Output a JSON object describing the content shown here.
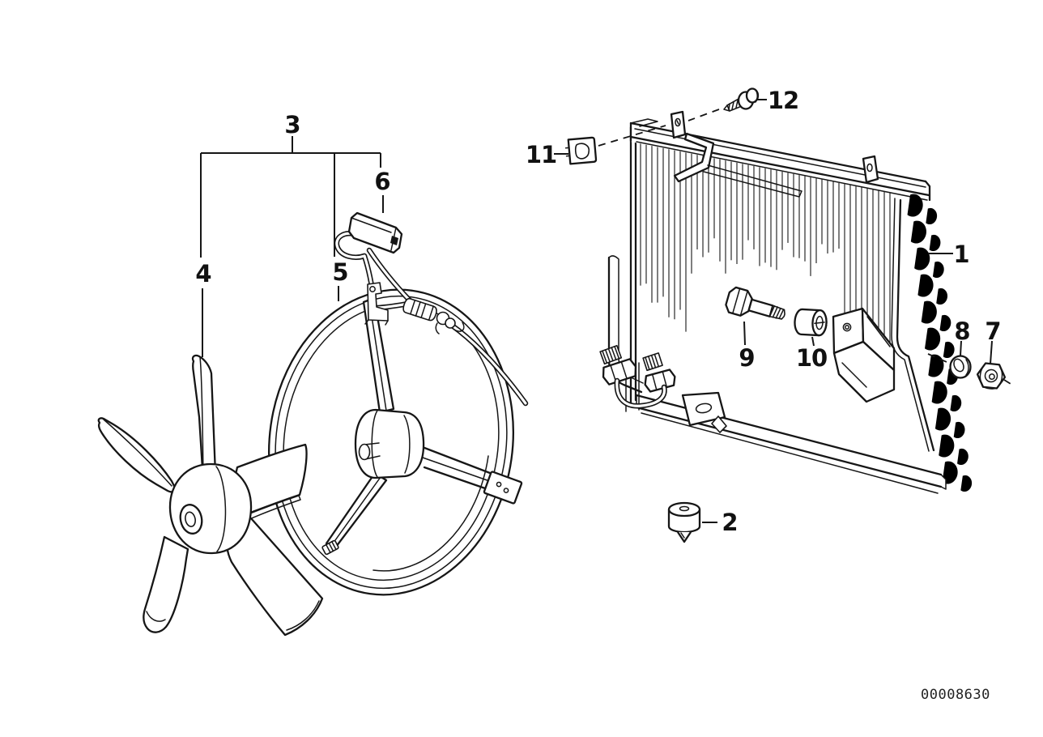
{
  "figure": {
    "image_code": "00008630",
    "callouts": {
      "c1": "1",
      "c2": "2",
      "c3": "3",
      "c4": "4",
      "c5": "5",
      "c6": "6",
      "c7": "7",
      "c8": "8",
      "c9": "9",
      "c10": "10",
      "c11": "11",
      "c12": "12"
    },
    "colors": {
      "ink": "#161616",
      "paper": "#ffffff"
    }
  }
}
